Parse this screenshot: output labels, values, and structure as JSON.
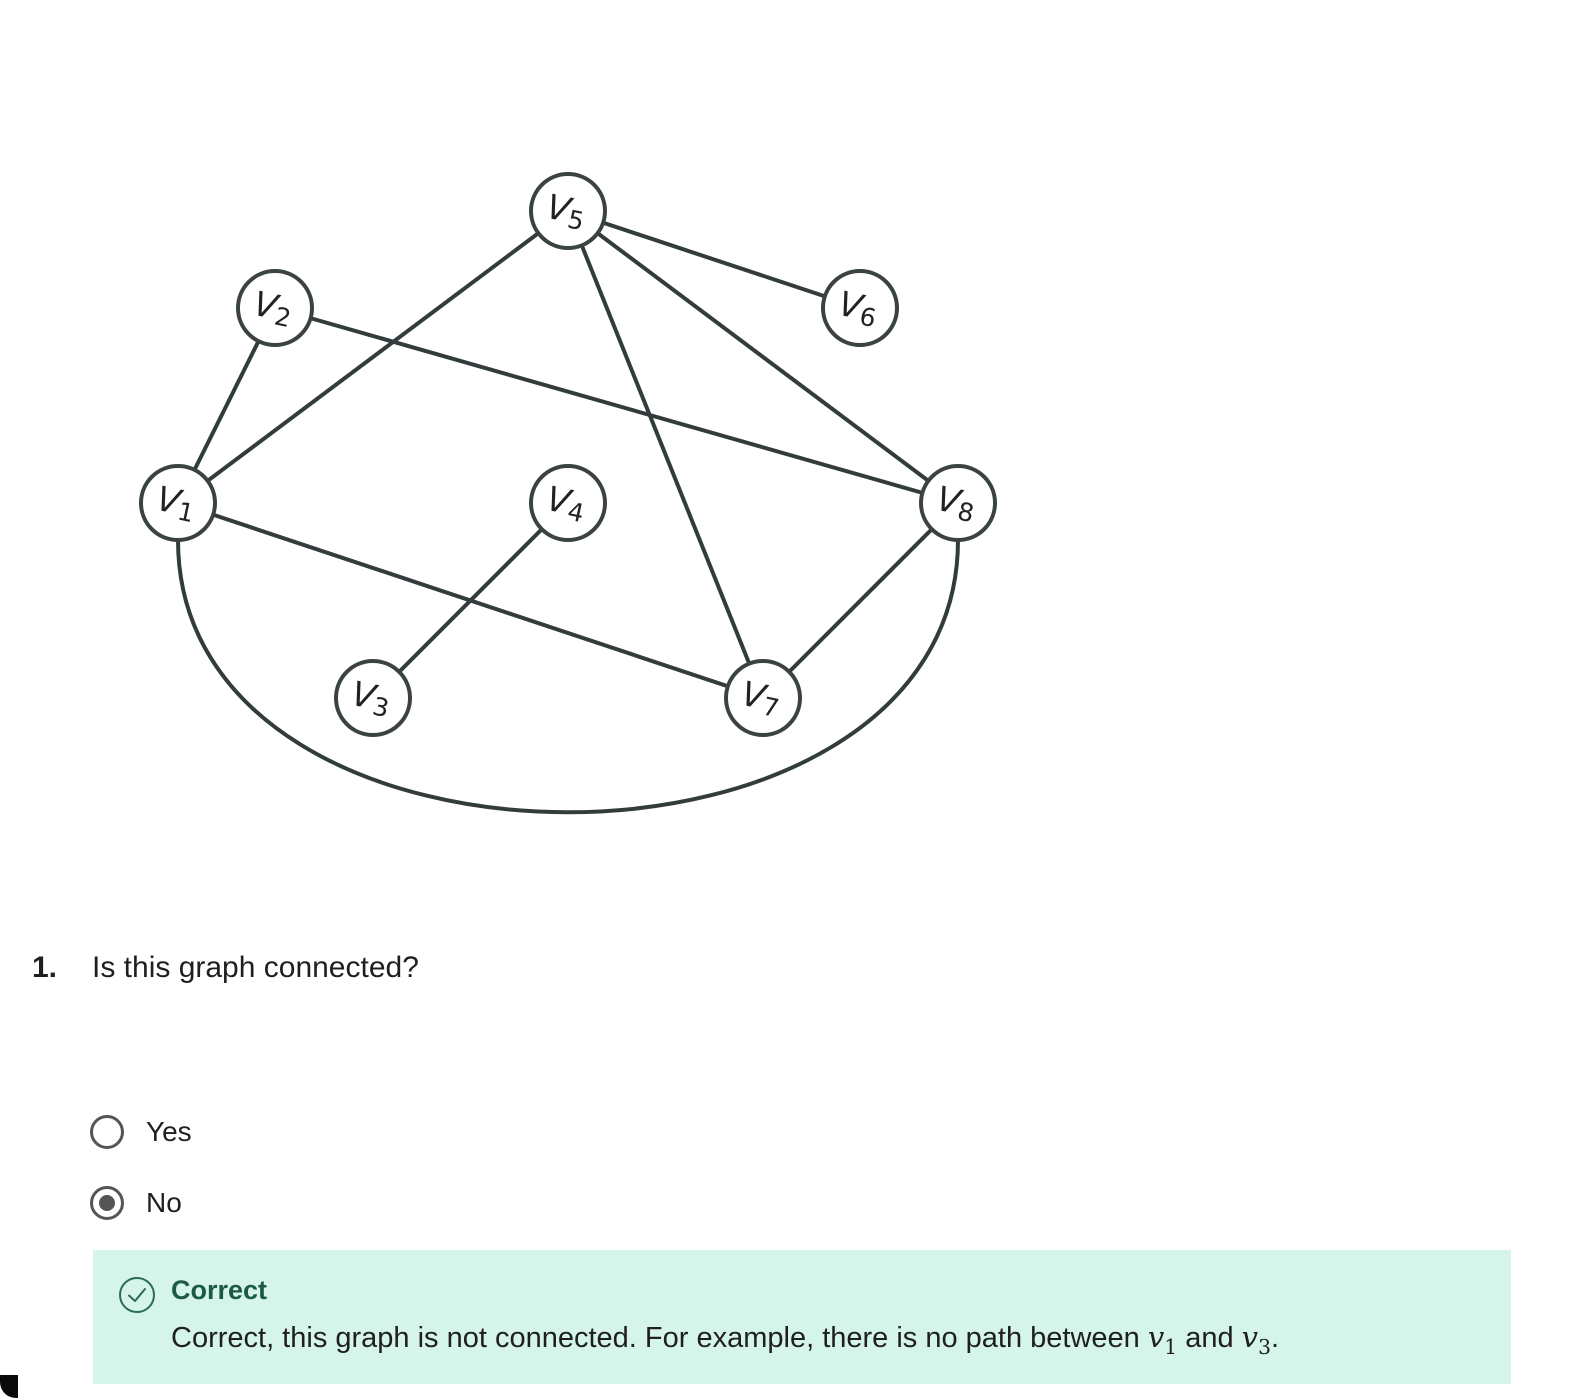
{
  "graph": {
    "nodes": [
      {
        "id": "v1",
        "base": "V",
        "sub": "1"
      },
      {
        "id": "v2",
        "base": "V",
        "sub": "2"
      },
      {
        "id": "v3",
        "base": "V",
        "sub": "3"
      },
      {
        "id": "v4",
        "base": "V",
        "sub": "4"
      },
      {
        "id": "v5",
        "base": "V",
        "sub": "5"
      },
      {
        "id": "v6",
        "base": "V",
        "sub": "6"
      },
      {
        "id": "v7",
        "base": "V",
        "sub": "7"
      },
      {
        "id": "v8",
        "base": "V",
        "sub": "8"
      }
    ],
    "edges": [
      [
        "v1",
        "v2"
      ],
      [
        "v1",
        "v5"
      ],
      [
        "v1",
        "v7"
      ],
      [
        "v1",
        "v8"
      ],
      [
        "v2",
        "v8"
      ],
      [
        "v3",
        "v4"
      ],
      [
        "v5",
        "v6"
      ],
      [
        "v5",
        "v7"
      ],
      [
        "v5",
        "v8"
      ],
      [
        "v7",
        "v8"
      ]
    ]
  },
  "question": {
    "number": "1.",
    "text": "Is this graph connected?"
  },
  "options": [
    {
      "label": "Yes",
      "selected": false
    },
    {
      "label": "No",
      "selected": true
    }
  ],
  "feedback": {
    "icon": "check-circle-icon",
    "title": "Correct",
    "text_before": "Correct, this graph is not connected. For example, there is no path between ",
    "var1_base": "v",
    "var1_sub": "1",
    "text_middle": " and ",
    "var2_base": "v",
    "var2_sub": "3",
    "text_after": ".",
    "background": "#d5f5ea",
    "title_color": "#1d5a45"
  }
}
